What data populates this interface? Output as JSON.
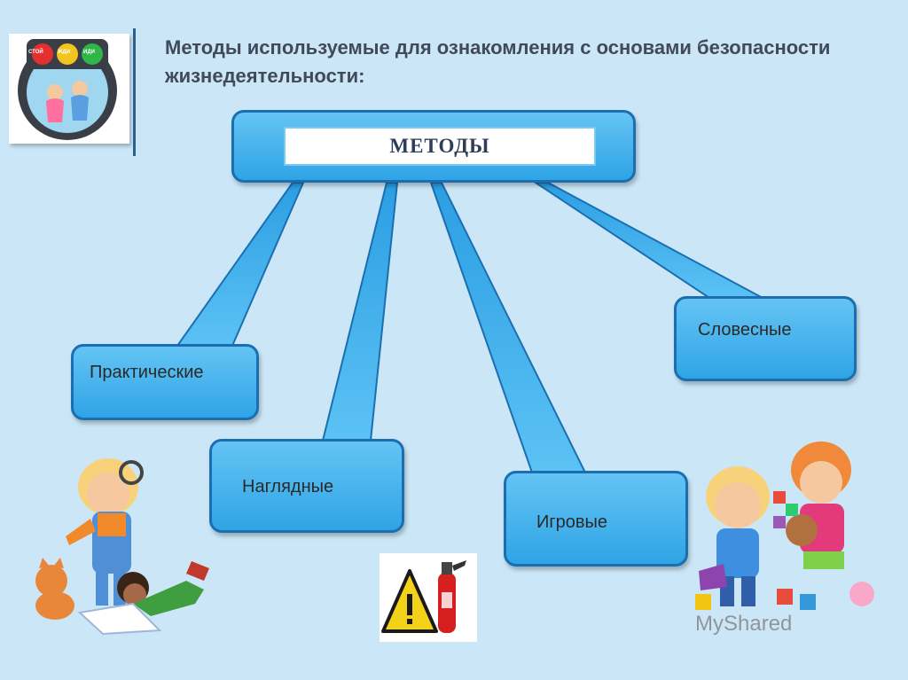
{
  "title": "Методы используемые для ознакомления с основами безопасности жизнедеятельности:",
  "root": "МЕТОДЫ",
  "nodes": {
    "practical": "Практические",
    "verbal": "Словесные",
    "visual": "Наглядные",
    "game": "Игровые"
  },
  "logo": {
    "signal_labels": [
      "СТОЙ",
      "ЖДИ",
      "ИДИ"
    ],
    "colors": {
      "red": "#e53030",
      "yellow": "#f2c41e",
      "green": "#2fb548"
    }
  },
  "watermark": "MyShared",
  "icons": [
    "traffic-light-logo",
    "child-magnifier-illustration",
    "warning-fire-extinguisher-icon",
    "children-toys-illustration"
  ],
  "colors": {
    "box_fill": "#3fb1ec",
    "box_border": "#1b6fb0",
    "background": "#cbe7f7"
  }
}
